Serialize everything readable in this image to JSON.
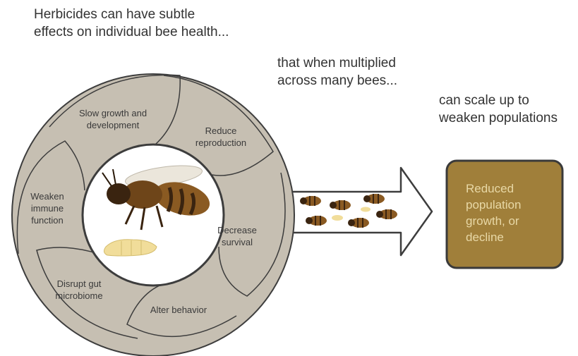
{
  "captions": {
    "individual": "Herbicides can have subtle\neffects on individual bee health...",
    "multiplied": "that when multiplied\nacross many bees...",
    "scale": "can scale up to\nweaken populations"
  },
  "effects": [
    "Slow growth and\ndevelopment",
    "Reduce\nreproduction",
    "Decrease\nsurvival",
    "Alter behavior",
    "Disrupt gut\nmicrobiome",
    "Weaken\nimmune\nfunction"
  ],
  "outcome": "Reduced\npopulation\ngrowth, or\ndecline",
  "colors": {
    "ring_fill": "#c6bfb2",
    "ring_stroke": "#3d3d3d",
    "outcome_fill": "#a07f3a",
    "outcome_stroke": "#3a3a3a",
    "outcome_text": "#e8d8a6",
    "bee_body": "#8a5a22",
    "bee_stripe": "#3a2410",
    "larva": "#f1dd9a"
  },
  "icons": [
    "honeybee-icon",
    "larva-icon",
    "bee-swarm-icon",
    "arrow-right-icon"
  ]
}
